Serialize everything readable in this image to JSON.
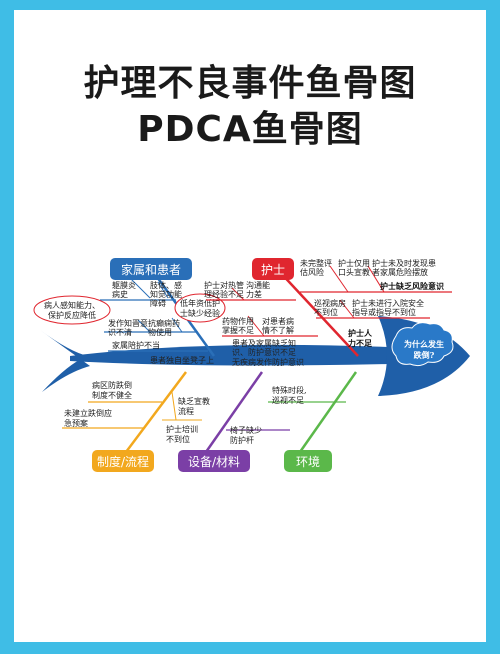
{
  "title": {
    "line1": "护理不良事件鱼骨图",
    "line2": "PDCA鱼骨图"
  },
  "categories": {
    "family": "家属和患者",
    "nurse": "护士",
    "process": "制度/流程",
    "equipment": "设备/材料",
    "environment": "环境"
  },
  "head_question": [
    "为什么发生",
    "跌倒?"
  ],
  "family_causes": {
    "a1": [
      "躯膜炎",
      "病史"
    ],
    "a2": [
      "肢体、感",
      "知觉功能",
      "障碍"
    ],
    "a3": [
      "病人感知能力、",
      "保护反应降低"
    ],
    "a4": [
      "低年资低护",
      "士缺少经验"
    ],
    "a5": [
      "发作知晋意",
      "识不清"
    ],
    "a6": [
      "抗癫痫药",
      "物使用"
    ],
    "a7": "家属陪护不当",
    "a8": "患者独自坐凳子上"
  },
  "nurse_causes": {
    "b1": [
      "护士对热管",
      "理经验不足"
    ],
    "b2": [
      "沟通能",
      "力差"
    ],
    "b3": [
      "药物作用",
      "掌握不足"
    ],
    "b4": [
      "对患者病",
      "情不了解"
    ],
    "b5": [
      "患者及家属缺乏知",
      "识、防护意识不足"
    ],
    "b6": "无疾病发作防护意识",
    "b7": [
      "未完整评",
      "估风险"
    ],
    "b8": [
      "护士仅用",
      "口头宣教"
    ],
    "b9": [
      "护士未及时发现患",
      "者家属危险摆放"
    ],
    "b10": "护士缺乏风险意识",
    "b11": [
      "巡视病房",
      "不到位"
    ],
    "b12": [
      "护士未进行入院安全",
      "指导或指导不到位"
    ],
    "b13": [
      "护士人",
      "力不足"
    ]
  },
  "process_causes": {
    "c1": [
      "病区防跌倒",
      "制度不健全"
    ],
    "c2": [
      "未建立跌倒应",
      "急预案"
    ],
    "c3": [
      "缺乏宣教",
      "流程"
    ],
    "c4": [
      "护士培训",
      "不到位"
    ]
  },
  "equipment_causes": {
    "d1": [
      "椅子缺少",
      "防护杆"
    ]
  },
  "environment_causes": {
    "e1": [
      "特殊时段,",
      "巡视不足"
    ]
  },
  "colors": {
    "frame": "#3fbde6",
    "fish": "#1f5fa8",
    "family": "#2a6fb8",
    "nurse": "#e0262f",
    "process": "#f2a81e",
    "equipment": "#7b3fa6",
    "environment": "#5bb84a"
  }
}
